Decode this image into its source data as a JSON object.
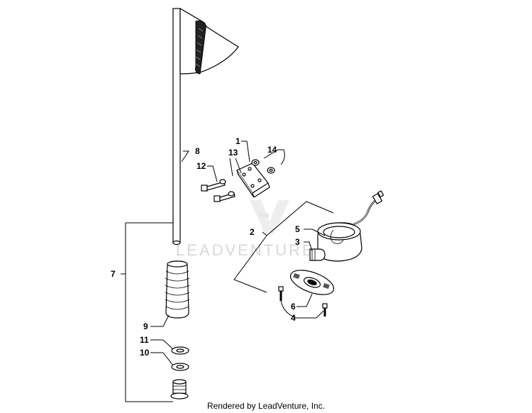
{
  "diagram": {
    "callouts": [
      "1",
      "2",
      "3",
      "4",
      "5",
      "6",
      "7",
      "8",
      "9",
      "10",
      "11",
      "12",
      "13",
      "14"
    ],
    "watermark": "LEADVENTURE"
  },
  "footer": {
    "credit": "Rendered by LeadVenture, Inc."
  }
}
